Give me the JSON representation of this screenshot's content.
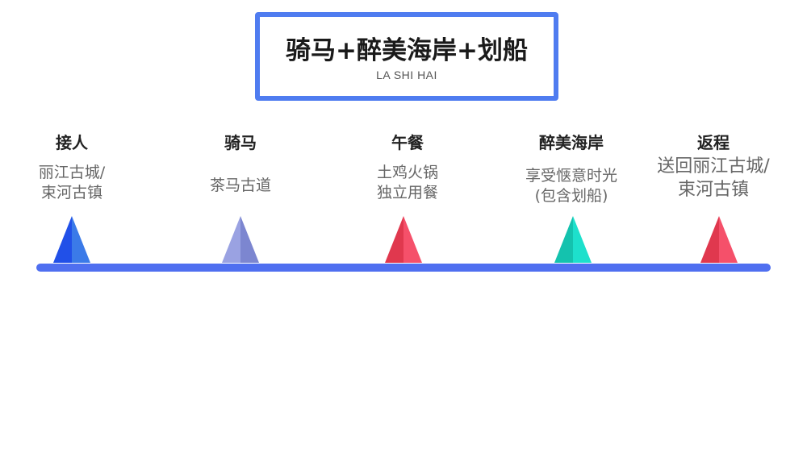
{
  "title": {
    "main": "骑马+醉美海岸+划船",
    "sub": "LA SHI HAI"
  },
  "colors": {
    "border": "#4f7cf0",
    "timeline": "#4f6ff0"
  },
  "items": [
    {
      "title": "接人",
      "desc": "丽江古城/\n束河古镇",
      "left": "#2150e8",
      "right": "#3b7ae8"
    },
    {
      "title": "骑马",
      "desc": "茶马古道",
      "left": "#9aa2e2",
      "right": "#7c86d0"
    },
    {
      "title": "午餐",
      "desc": "土鸡火锅\n独立用餐",
      "left": "#e0384e",
      "right": "#f5506a"
    },
    {
      "title": "醉美海岸",
      "desc": "享受惬意时光\n(包含划船)",
      "left": "#14c2ae",
      "right": "#1de0cc"
    },
    {
      "title": "返程",
      "desc": "送回丽江古城/\n束河古镇",
      "left": "#e0384e",
      "right": "#f5506a"
    }
  ]
}
